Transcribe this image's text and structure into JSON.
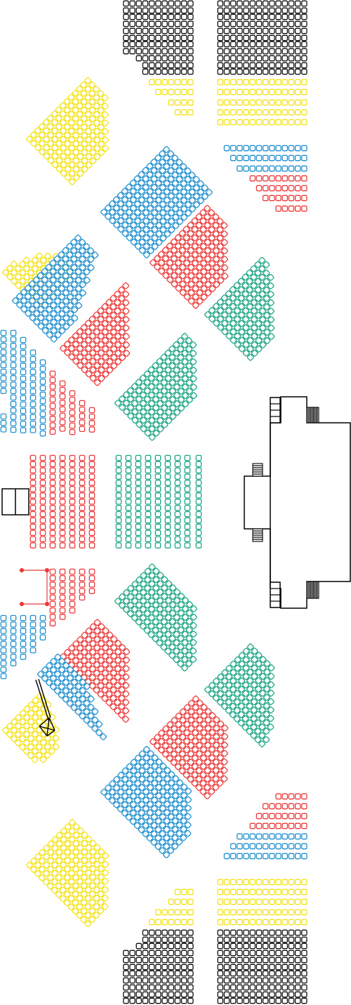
{
  "palette": {
    "black": "#111111",
    "yellow": "#f4e31a",
    "blue": "#2190cf",
    "red": "#ec3b3b",
    "teal": "#1ea687",
    "outline": "#000000"
  },
  "icons": {
    "camera_tripod": "camera-tripod-icon",
    "stairs": "stairs-icon"
  },
  "sections": [
    {
      "id": "top-left-black",
      "color": "black"
    },
    {
      "id": "top-right-black",
      "color": "black"
    },
    {
      "id": "top-left-yellow",
      "color": "yellow"
    },
    {
      "id": "top-right-yellow",
      "color": "yellow"
    },
    {
      "id": "top-right-blue",
      "color": "blue"
    },
    {
      "id": "top-right-red",
      "color": "red"
    },
    {
      "id": "upper-left-yellow-wedge",
      "color": "yellow"
    },
    {
      "id": "upper-far-left-yellow",
      "color": "yellow"
    },
    {
      "id": "upper-center-blue",
      "color": "blue"
    },
    {
      "id": "upper-center-red",
      "color": "red"
    },
    {
      "id": "upper-right-teal",
      "color": "teal"
    },
    {
      "id": "left-upper-blue",
      "color": "blue"
    },
    {
      "id": "left-upper-red",
      "color": "red"
    },
    {
      "id": "center-upper-teal",
      "color": "teal"
    },
    {
      "id": "left-side-blue",
      "color": "blue"
    },
    {
      "id": "left-side-red",
      "color": "red"
    },
    {
      "id": "center-left-red",
      "color": "red"
    },
    {
      "id": "center-teal",
      "color": "teal"
    },
    {
      "id": "lower-left-red-block",
      "color": "red"
    },
    {
      "id": "lower-left-blue",
      "color": "blue"
    },
    {
      "id": "center-lower-teal",
      "color": "teal"
    },
    {
      "id": "lower-right-teal",
      "color": "teal"
    },
    {
      "id": "lower-left-blue-wedge",
      "color": "blue"
    },
    {
      "id": "lower-left-red-wedge",
      "color": "red"
    },
    {
      "id": "lower-center-blue",
      "color": "blue"
    },
    {
      "id": "lower-center-red",
      "color": "red"
    },
    {
      "id": "lower-far-left-yellow",
      "color": "yellow"
    },
    {
      "id": "bottom-left-yellow-wedge",
      "color": "yellow"
    },
    {
      "id": "bottom-right-red",
      "color": "red"
    },
    {
      "id": "bottom-right-blue",
      "color": "blue"
    },
    {
      "id": "bottom-left-yellow",
      "color": "yellow"
    },
    {
      "id": "bottom-right-yellow",
      "color": "yellow"
    },
    {
      "id": "bottom-left-black",
      "color": "black"
    },
    {
      "id": "bottom-right-black",
      "color": "black"
    }
  ]
}
